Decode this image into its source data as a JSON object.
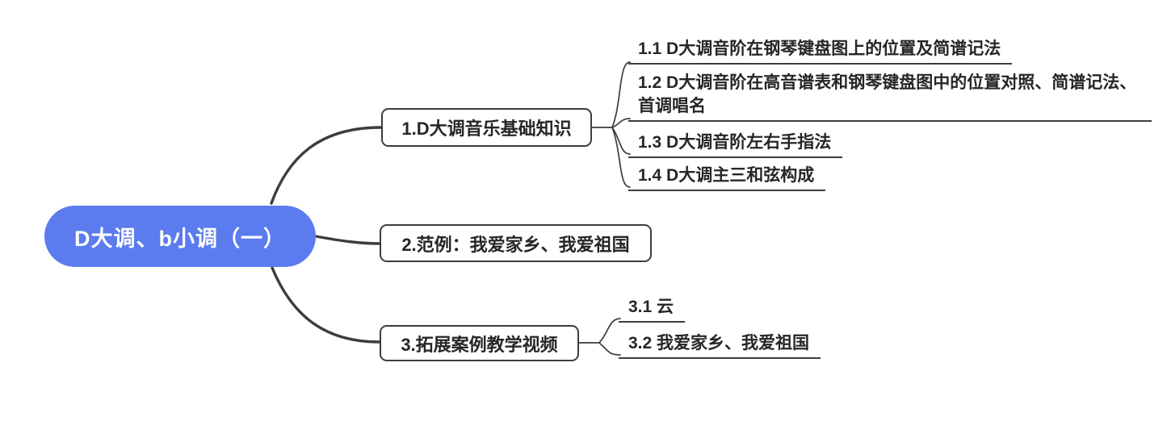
{
  "colors": {
    "root_bg": "#5b7bef",
    "root_text": "#ffffff",
    "line": "#3d3d3d",
    "node_border": "#3d3d3d",
    "node_text": "#262626",
    "background": "#ffffff"
  },
  "mindmap": {
    "root": {
      "label": "D大调、b小调（一）"
    },
    "branches": [
      {
        "label": "1.D大调音乐基础知识",
        "children": [
          "1.1 D大调音阶在钢琴键盘图上的位置及简谱记法",
          "1.2 D大调音阶在高音谱表和钢琴键盘图中的位置对照、简谱记法、首调唱名",
          "1.3 D大调音阶左右手指法",
          "1.4 D大调主三和弦构成"
        ]
      },
      {
        "label": "2.范例：我爱家乡、我爱祖国",
        "children": []
      },
      {
        "label": "3.拓展案例教学视频",
        "children": [
          "3.1 云",
          "3.2 我爱家乡、我爱祖国"
        ]
      }
    ]
  }
}
